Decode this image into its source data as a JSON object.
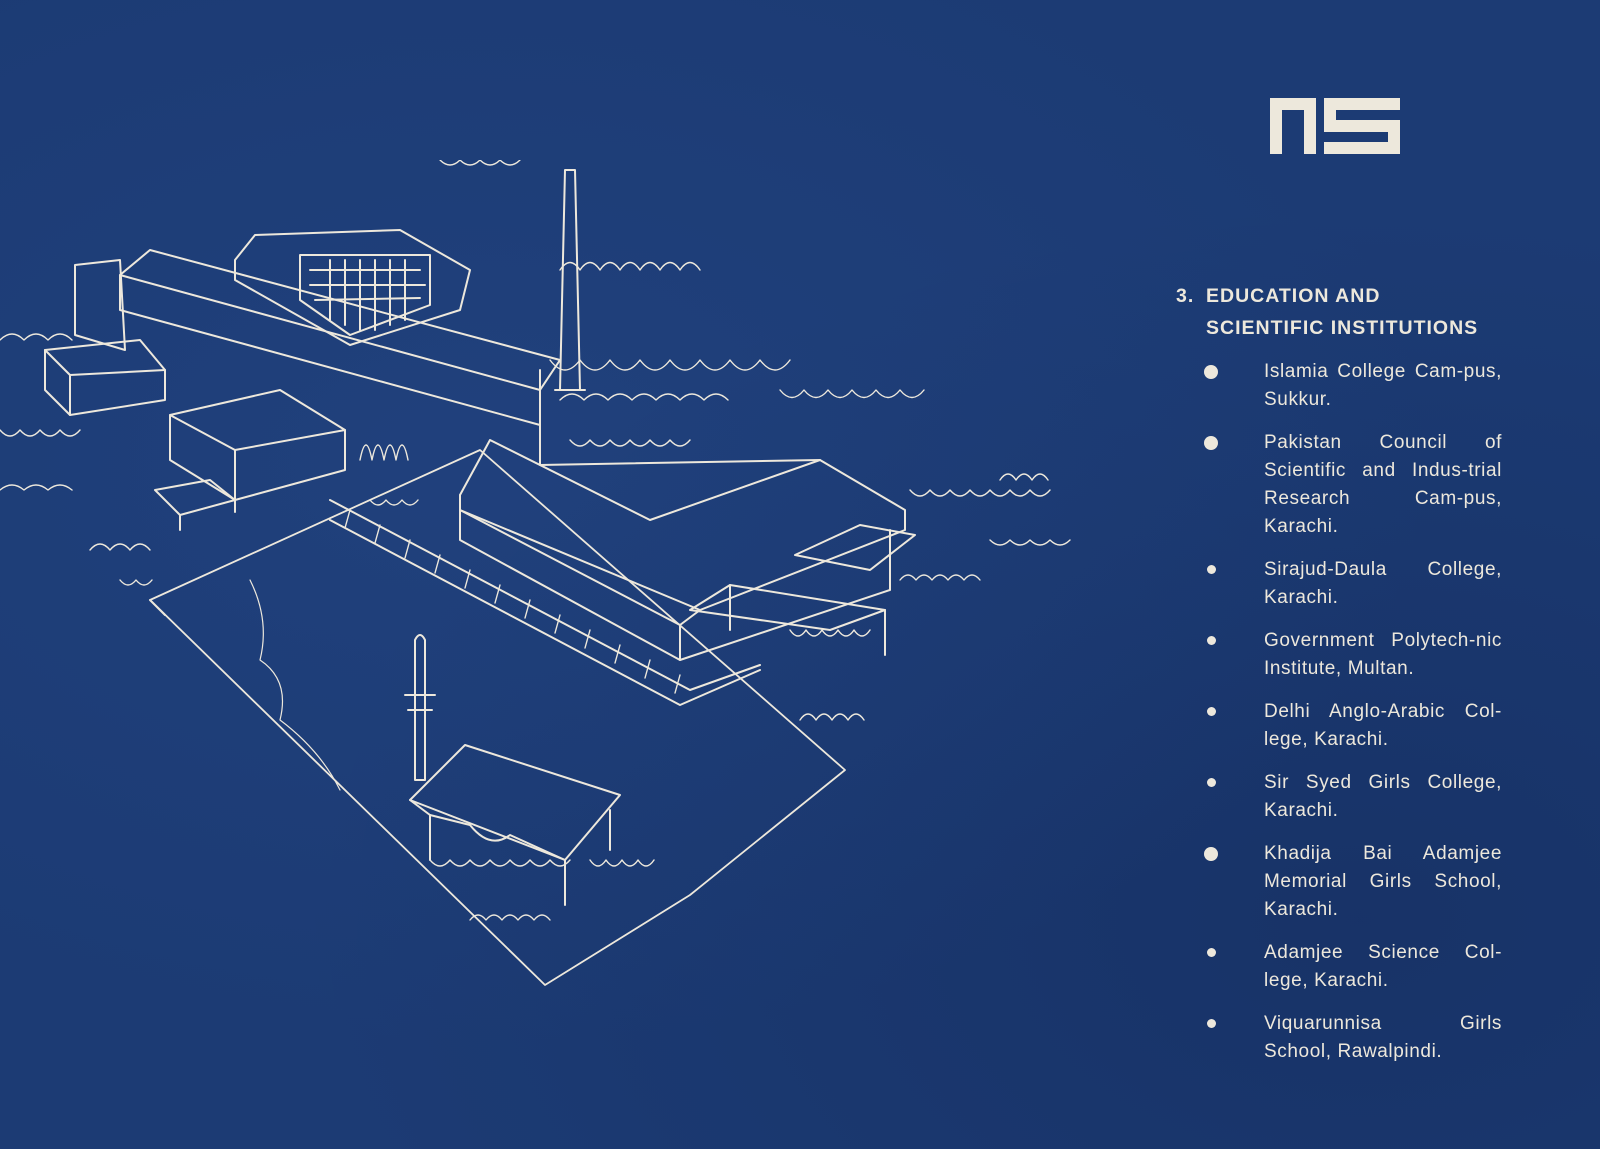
{
  "colors": {
    "background": "#1c3b74",
    "ink": "#ede8dc"
  },
  "logo": {
    "text": "NS",
    "icon": "ns-logo-icon"
  },
  "illustration": {
    "icon": "campus-building-sketch"
  },
  "section": {
    "number": "3.",
    "title": "EDUCATION AND SCIENTIFIC INSTITUTIONS"
  },
  "institutions": [
    {
      "text": "Islamia College Cam-pus, Sukkur.",
      "bullet": "large"
    },
    {
      "text": "Pakistan Council of Scientific and Indus-trial Research Cam-pus, Karachi.",
      "bullet": "large"
    },
    {
      "text": "Sirajud-Daula College, Karachi.",
      "bullet": "small"
    },
    {
      "text": "Government Polytech-nic Institute, Multan.",
      "bullet": "small"
    },
    {
      "text": "Delhi Anglo-Arabic Col-lege, Karachi.",
      "bullet": "small"
    },
    {
      "text": "Sir Syed Girls College, Karachi.",
      "bullet": "small"
    },
    {
      "text": "Khadija Bai Adamjee Memorial Girls School, Karachi.",
      "bullet": "large"
    },
    {
      "text": "Adamjee Science Col-lege, Karachi.",
      "bullet": "small"
    },
    {
      "text": "Viquarunnisa Girls School, Rawalpindi.",
      "bullet": "small"
    }
  ]
}
